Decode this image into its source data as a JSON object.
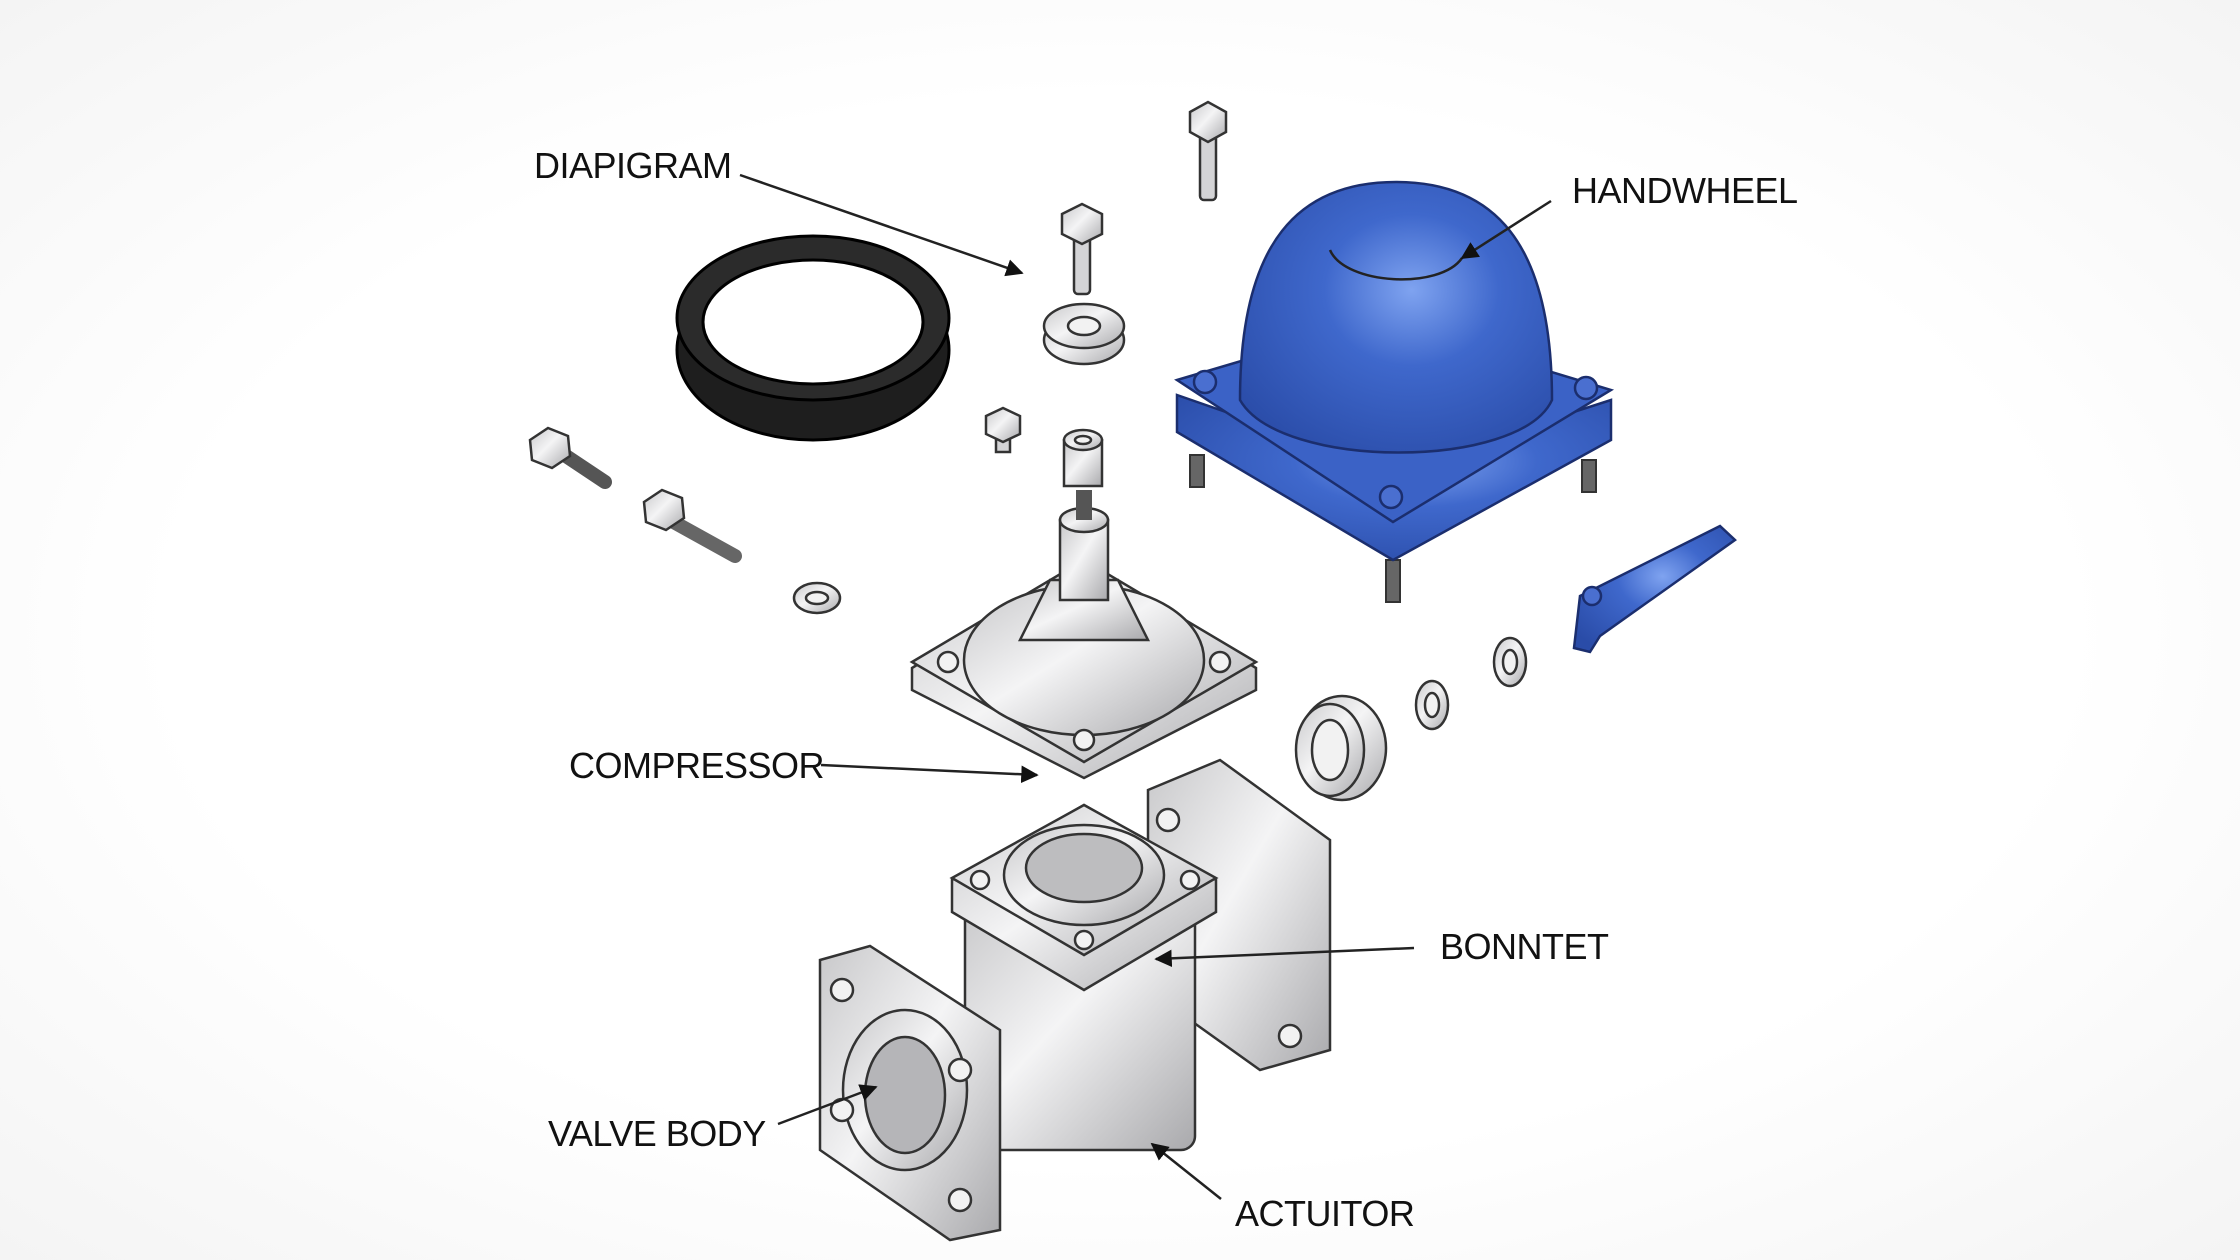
{
  "title": "Valve exploded view",
  "labels": {
    "diaphragm": "DIAPIGRAM",
    "handwheel": "HANDWHEEL",
    "compressor": "COMPRESSOR",
    "bonnet": "BONNTET",
    "valve_body": "VALVE BODY",
    "actuator": "ACTUITOR"
  },
  "colors": {
    "blue_part": "#3a62c8",
    "metal": "#d0d0d2",
    "ring": "#222222",
    "text": "#111111"
  }
}
